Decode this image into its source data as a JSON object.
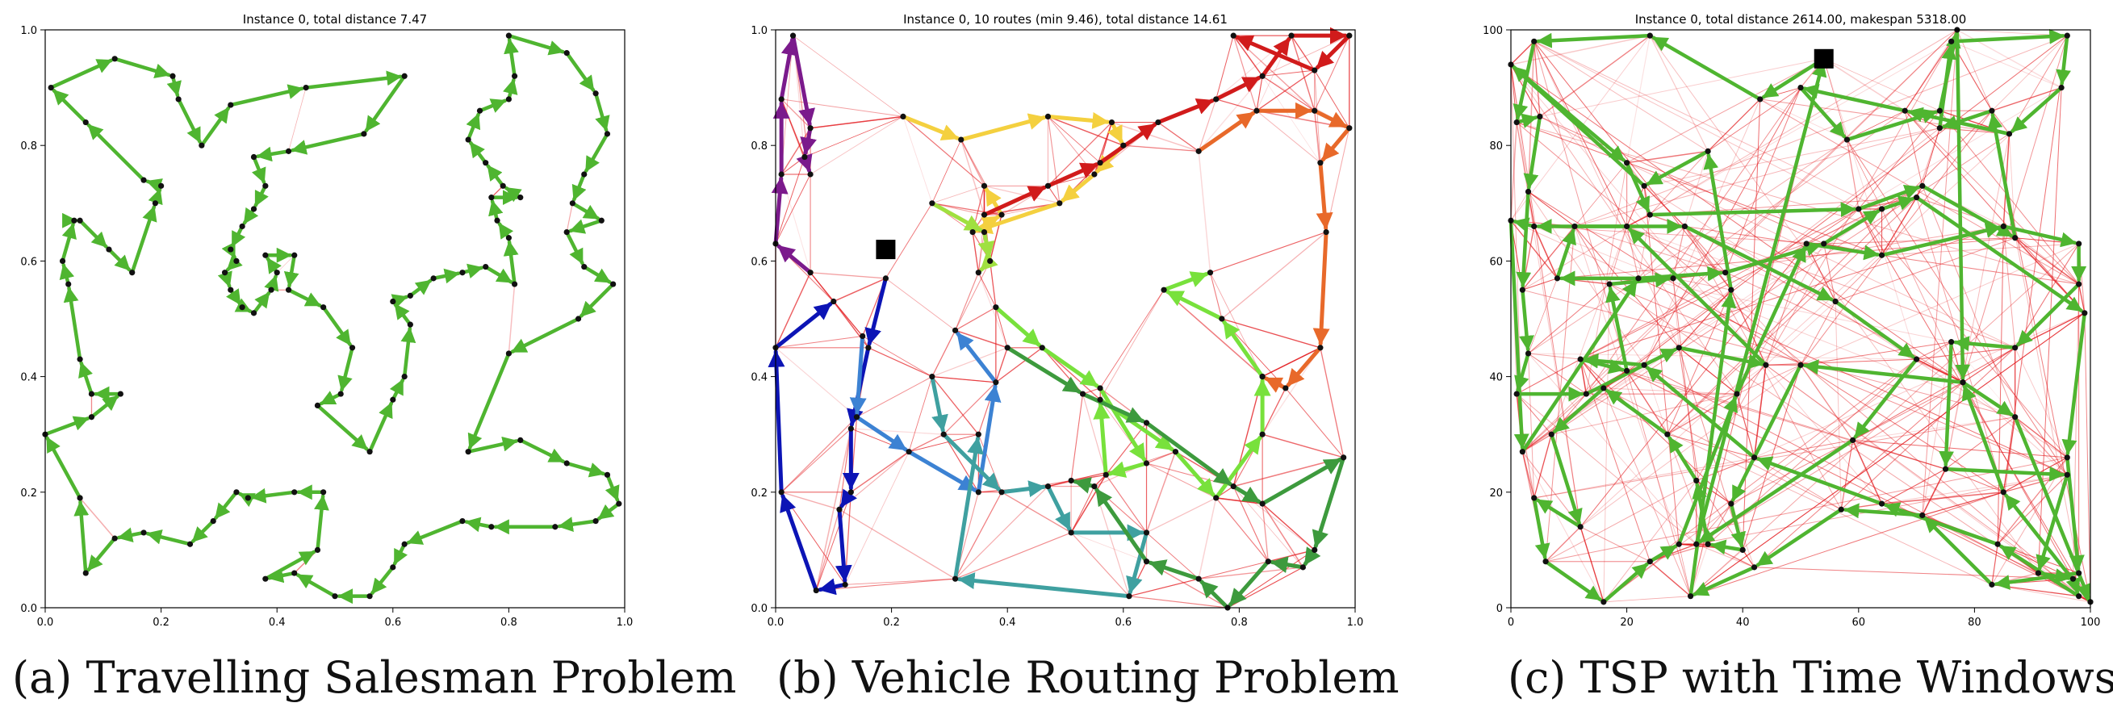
{
  "captions": [
    "(a) Travelling Salesman Problem",
    "(b) Vehicle Routing Problem",
    "(c) TSP with Time Windows"
  ],
  "colors": {
    "route_green": "#4fb530",
    "edge_red": "#e3171b",
    "node": "#111111",
    "depot": "#000000"
  },
  "chart_data": [
    {
      "type": "line",
      "title": "Instance 0, total distance 7.47",
      "xlim": [
        0,
        1
      ],
      "ylim": [
        0,
        1
      ],
      "xticks": [
        "0.0",
        "0.2",
        "0.4",
        "0.6",
        "0.8",
        "1.0"
      ],
      "yticks": [
        "0.0",
        "0.2",
        "0.4",
        "0.6",
        "0.8",
        "1.0"
      ],
      "tour": [
        [
          0.01,
          0.9
        ],
        [
          0.12,
          0.95
        ],
        [
          0.22,
          0.92
        ],
        [
          0.23,
          0.88
        ],
        [
          0.27,
          0.8
        ],
        [
          0.32,
          0.87
        ],
        [
          0.45,
          0.9
        ],
        [
          0.62,
          0.92
        ],
        [
          0.55,
          0.82
        ],
        [
          0.42,
          0.79
        ],
        [
          0.36,
          0.78
        ],
        [
          0.38,
          0.73
        ],
        [
          0.36,
          0.69
        ],
        [
          0.34,
          0.66
        ],
        [
          0.32,
          0.62
        ],
        [
          0.33,
          0.6
        ],
        [
          0.31,
          0.58
        ],
        [
          0.32,
          0.55
        ],
        [
          0.34,
          0.52
        ],
        [
          0.36,
          0.51
        ],
        [
          0.39,
          0.55
        ],
        [
          0.4,
          0.58
        ],
        [
          0.38,
          0.61
        ],
        [
          0.43,
          0.61
        ],
        [
          0.42,
          0.55
        ],
        [
          0.48,
          0.52
        ],
        [
          0.53,
          0.45
        ],
        [
          0.51,
          0.37
        ],
        [
          0.47,
          0.35
        ],
        [
          0.56,
          0.27
        ],
        [
          0.6,
          0.36
        ],
        [
          0.62,
          0.4
        ],
        [
          0.63,
          0.49
        ],
        [
          0.6,
          0.53
        ],
        [
          0.63,
          0.54
        ],
        [
          0.67,
          0.57
        ],
        [
          0.72,
          0.58
        ],
        [
          0.76,
          0.59
        ],
        [
          0.81,
          0.56
        ],
        [
          0.8,
          0.64
        ],
        [
          0.78,
          0.67
        ],
        [
          0.77,
          0.71
        ],
        [
          0.82,
          0.71
        ],
        [
          0.79,
          0.73
        ],
        [
          0.76,
          0.77
        ],
        [
          0.73,
          0.81
        ],
        [
          0.75,
          0.86
        ],
        [
          0.8,
          0.88
        ],
        [
          0.81,
          0.92
        ],
        [
          0.8,
          0.99
        ],
        [
          0.9,
          0.96
        ],
        [
          0.95,
          0.89
        ],
        [
          0.97,
          0.82
        ],
        [
          0.93,
          0.75
        ],
        [
          0.91,
          0.7
        ],
        [
          0.96,
          0.67
        ],
        [
          0.9,
          0.65
        ],
        [
          0.93,
          0.59
        ],
        [
          0.98,
          0.56
        ],
        [
          0.92,
          0.5
        ],
        [
          0.8,
          0.44
        ],
        [
          0.73,
          0.27
        ],
        [
          0.82,
          0.29
        ],
        [
          0.9,
          0.25
        ],
        [
          0.97,
          0.23
        ],
        [
          0.99,
          0.18
        ],
        [
          0.95,
          0.15
        ],
        [
          0.88,
          0.14
        ],
        [
          0.77,
          0.14
        ],
        [
          0.72,
          0.15
        ],
        [
          0.62,
          0.11
        ],
        [
          0.6,
          0.07
        ],
        [
          0.56,
          0.02
        ],
        [
          0.5,
          0.02
        ],
        [
          0.43,
          0.06
        ],
        [
          0.38,
          0.05
        ],
        [
          0.47,
          0.1
        ],
        [
          0.48,
          0.2
        ],
        [
          0.43,
          0.2
        ],
        [
          0.35,
          0.19
        ],
        [
          0.33,
          0.2
        ],
        [
          0.29,
          0.15
        ],
        [
          0.25,
          0.11
        ],
        [
          0.17,
          0.13
        ],
        [
          0.12,
          0.12
        ],
        [
          0.07,
          0.06
        ],
        [
          0.06,
          0.19
        ],
        [
          0.0,
          0.3
        ],
        [
          0.08,
          0.33
        ],
        [
          0.13,
          0.37
        ],
        [
          0.08,
          0.37
        ],
        [
          0.06,
          0.43
        ],
        [
          0.04,
          0.56
        ],
        [
          0.03,
          0.6
        ],
        [
          0.05,
          0.67
        ],
        [
          0.06,
          0.67
        ],
        [
          0.11,
          0.62
        ],
        [
          0.15,
          0.58
        ],
        [
          0.19,
          0.7
        ],
        [
          0.2,
          0.73
        ],
        [
          0.17,
          0.74
        ],
        [
          0.07,
          0.84
        ],
        [
          0.01,
          0.9
        ]
      ]
    },
    {
      "type": "line",
      "title": "Instance 0, 10 routes (min 9.46), total distance 14.61",
      "xlim": [
        0,
        1
      ],
      "ylim": [
        0,
        1
      ],
      "xticks": [
        "0.0",
        "0.2",
        "0.4",
        "0.6",
        "0.8",
        "1.0"
      ],
      "yticks": [
        "0.0",
        "0.2",
        "0.4",
        "0.6",
        "0.8",
        "1.0"
      ],
      "depot": [
        0.19,
        0.62
      ],
      "series": [
        {
          "color": "#7b1a8c",
          "points": [
            [
              0.06,
              0.58
            ],
            [
              0.0,
              0.63
            ],
            [
              0.01,
              0.75
            ],
            [
              0.01,
              0.88
            ],
            [
              0.03,
              0.99
            ],
            [
              0.06,
              0.83
            ],
            [
              0.05,
              0.78
            ],
            [
              0.06,
              0.75
            ]
          ]
        },
        {
          "color": "#0c14b5",
          "points": [
            [
              0.19,
              0.57
            ],
            [
              0.16,
              0.45
            ],
            [
              0.13,
              0.31
            ],
            [
              0.13,
              0.2
            ],
            [
              0.11,
              0.17
            ],
            [
              0.12,
              0.04
            ],
            [
              0.07,
              0.03
            ],
            [
              0.01,
              0.2
            ],
            [
              0.0,
              0.45
            ],
            [
              0.1,
              0.53
            ]
          ]
        },
        {
          "color": "#3c82d3",
          "points": [
            [
              0.15,
              0.47
            ],
            [
              0.14,
              0.33
            ],
            [
              0.23,
              0.27
            ],
            [
              0.35,
              0.2
            ],
            [
              0.38,
              0.39
            ],
            [
              0.31,
              0.48
            ]
          ]
        },
        {
          "color": "#3fa0a0",
          "points": [
            [
              0.27,
              0.4
            ],
            [
              0.29,
              0.3
            ],
            [
              0.39,
              0.2
            ],
            [
              0.47,
              0.21
            ],
            [
              0.51,
              0.13
            ],
            [
              0.64,
              0.13
            ],
            [
              0.61,
              0.02
            ],
            [
              0.31,
              0.05
            ],
            [
              0.35,
              0.3
            ]
          ]
        },
        {
          "color": "#f4d03f",
          "points": [
            [
              0.22,
              0.85
            ],
            [
              0.32,
              0.81
            ],
            [
              0.47,
              0.85
            ],
            [
              0.58,
              0.84
            ],
            [
              0.6,
              0.8
            ],
            [
              0.55,
              0.75
            ],
            [
              0.49,
              0.7
            ],
            [
              0.34,
              0.65
            ],
            [
              0.39,
              0.68
            ],
            [
              0.36,
              0.73
            ]
          ]
        },
        {
          "color": "#a0e040",
          "points": [
            [
              0.27,
              0.7
            ],
            [
              0.36,
              0.65
            ],
            [
              0.37,
              0.6
            ],
            [
              0.35,
              0.58
            ]
          ]
        },
        {
          "color": "#d11b1b",
          "points": [
            [
              0.36,
              0.68
            ],
            [
              0.47,
              0.73
            ],
            [
              0.56,
              0.77
            ],
            [
              0.66,
              0.84
            ],
            [
              0.76,
              0.88
            ],
            [
              0.84,
              0.92
            ],
            [
              0.89,
              0.99
            ],
            [
              0.99,
              0.99
            ],
            [
              0.93,
              0.93
            ],
            [
              0.79,
              0.99
            ]
          ]
        },
        {
          "color": "#e8692a",
          "points": [
            [
              0.73,
              0.79
            ],
            [
              0.83,
              0.86
            ],
            [
              0.93,
              0.86
            ],
            [
              0.99,
              0.83
            ],
            [
              0.94,
              0.77
            ],
            [
              0.95,
              0.65
            ],
            [
              0.94,
              0.45
            ],
            [
              0.88,
              0.38
            ],
            [
              0.84,
              0.4
            ]
          ]
        },
        {
          "color": "#78e13c",
          "points": [
            [
              0.38,
              0.52
            ],
            [
              0.46,
              0.45
            ],
            [
              0.56,
              0.38
            ],
            [
              0.64,
              0.25
            ],
            [
              0.57,
              0.23
            ],
            [
              0.56,
              0.36
            ],
            [
              0.69,
              0.27
            ],
            [
              0.76,
              0.19
            ],
            [
              0.84,
              0.3
            ],
            [
              0.84,
              0.4
            ],
            [
              0.77,
              0.5
            ],
            [
              0.67,
              0.55
            ],
            [
              0.75,
              0.58
            ]
          ]
        },
        {
          "color": "#3d9a3d",
          "points": [
            [
              0.4,
              0.45
            ],
            [
              0.53,
              0.37
            ],
            [
              0.64,
              0.32
            ],
            [
              0.79,
              0.21
            ],
            [
              0.84,
              0.18
            ],
            [
              0.98,
              0.26
            ],
            [
              0.93,
              0.1
            ],
            [
              0.91,
              0.07
            ],
            [
              0.85,
              0.08
            ],
            [
              0.78,
              0.0
            ],
            [
              0.73,
              0.05
            ],
            [
              0.64,
              0.08
            ],
            [
              0.55,
              0.21
            ],
            [
              0.51,
              0.22
            ]
          ]
        }
      ]
    },
    {
      "type": "line",
      "title": "Instance 0, total distance 2614.00, makespan 5318.00",
      "xlim": [
        0,
        100
      ],
      "ylim": [
        0,
        100
      ],
      "xticks": [
        "0",
        "20",
        "40",
        "60",
        "80",
        "100"
      ],
      "yticks": [
        "0",
        "20",
        "40",
        "60",
        "80",
        "100"
      ],
      "depot": [
        54,
        95
      ],
      "tour": [
        [
          54,
          95
        ],
        [
          43,
          88
        ],
        [
          24,
          99
        ],
        [
          4,
          98
        ],
        [
          1,
          84
        ],
        [
          5,
          85
        ],
        [
          3,
          72
        ],
        [
          2,
          55
        ],
        [
          3,
          44
        ],
        [
          1,
          37
        ],
        [
          13,
          37
        ],
        [
          29,
          45
        ],
        [
          44,
          42
        ],
        [
          20,
          66
        ],
        [
          4,
          66
        ],
        [
          0,
          67
        ],
        [
          2,
          27
        ],
        [
          22,
          57
        ],
        [
          37,
          58
        ],
        [
          54,
          63
        ],
        [
          64,
          69
        ],
        [
          70,
          71
        ],
        [
          99,
          51
        ],
        [
          96,
          26
        ],
        [
          98,
          6
        ],
        [
          83,
          4
        ],
        [
          71,
          16
        ],
        [
          57,
          17
        ],
        [
          42,
          7
        ],
        [
          31,
          2
        ],
        [
          38,
          55
        ],
        [
          34,
          79
        ],
        [
          23,
          73
        ],
        [
          0,
          94
        ],
        [
          20,
          77
        ],
        [
          24,
          68
        ],
        [
          60,
          69
        ],
        [
          71,
          73
        ],
        [
          87,
          64
        ],
        [
          83,
          86
        ],
        [
          74,
          83
        ],
        [
          76,
          98
        ],
        [
          96,
          99
        ],
        [
          95,
          90
        ],
        [
          86,
          82
        ],
        [
          68,
          86
        ],
        [
          50,
          90
        ],
        [
          58,
          81
        ],
        [
          74,
          86
        ],
        [
          77,
          100
        ],
        [
          78,
          39
        ],
        [
          87,
          33
        ],
        [
          100,
          1
        ],
        [
          85,
          20
        ],
        [
          78,
          39
        ],
        [
          50,
          42
        ],
        [
          38,
          18
        ],
        [
          40,
          10
        ],
        [
          34,
          11
        ],
        [
          32,
          22
        ],
        [
          27,
          30
        ],
        [
          16,
          38
        ],
        [
          7,
          30
        ],
        [
          12,
          14
        ],
        [
          4,
          19
        ],
        [
          6,
          8
        ],
        [
          16,
          1
        ],
        [
          24,
          8
        ],
        [
          29,
          11
        ],
        [
          39,
          37
        ],
        [
          51,
          63
        ],
        [
          64,
          61
        ],
        [
          85,
          66
        ],
        [
          98,
          63
        ],
        [
          98,
          56
        ],
        [
          87,
          45
        ],
        [
          76,
          46
        ],
        [
          75,
          24
        ],
        [
          96,
          23
        ],
        [
          91,
          6
        ],
        [
          97,
          5
        ],
        [
          98,
          2
        ],
        [
          84,
          11
        ],
        [
          64,
          18
        ],
        [
          42,
          26
        ],
        [
          23,
          42
        ],
        [
          12,
          43
        ],
        [
          20,
          41
        ],
        [
          17,
          56
        ],
        [
          28,
          57
        ],
        [
          8,
          57
        ],
        [
          11,
          66
        ],
        [
          30,
          66
        ],
        [
          56,
          53
        ],
        [
          70,
          43
        ],
        [
          59,
          29
        ],
        [
          32,
          11
        ],
        [
          54,
          95
        ]
      ]
    }
  ]
}
